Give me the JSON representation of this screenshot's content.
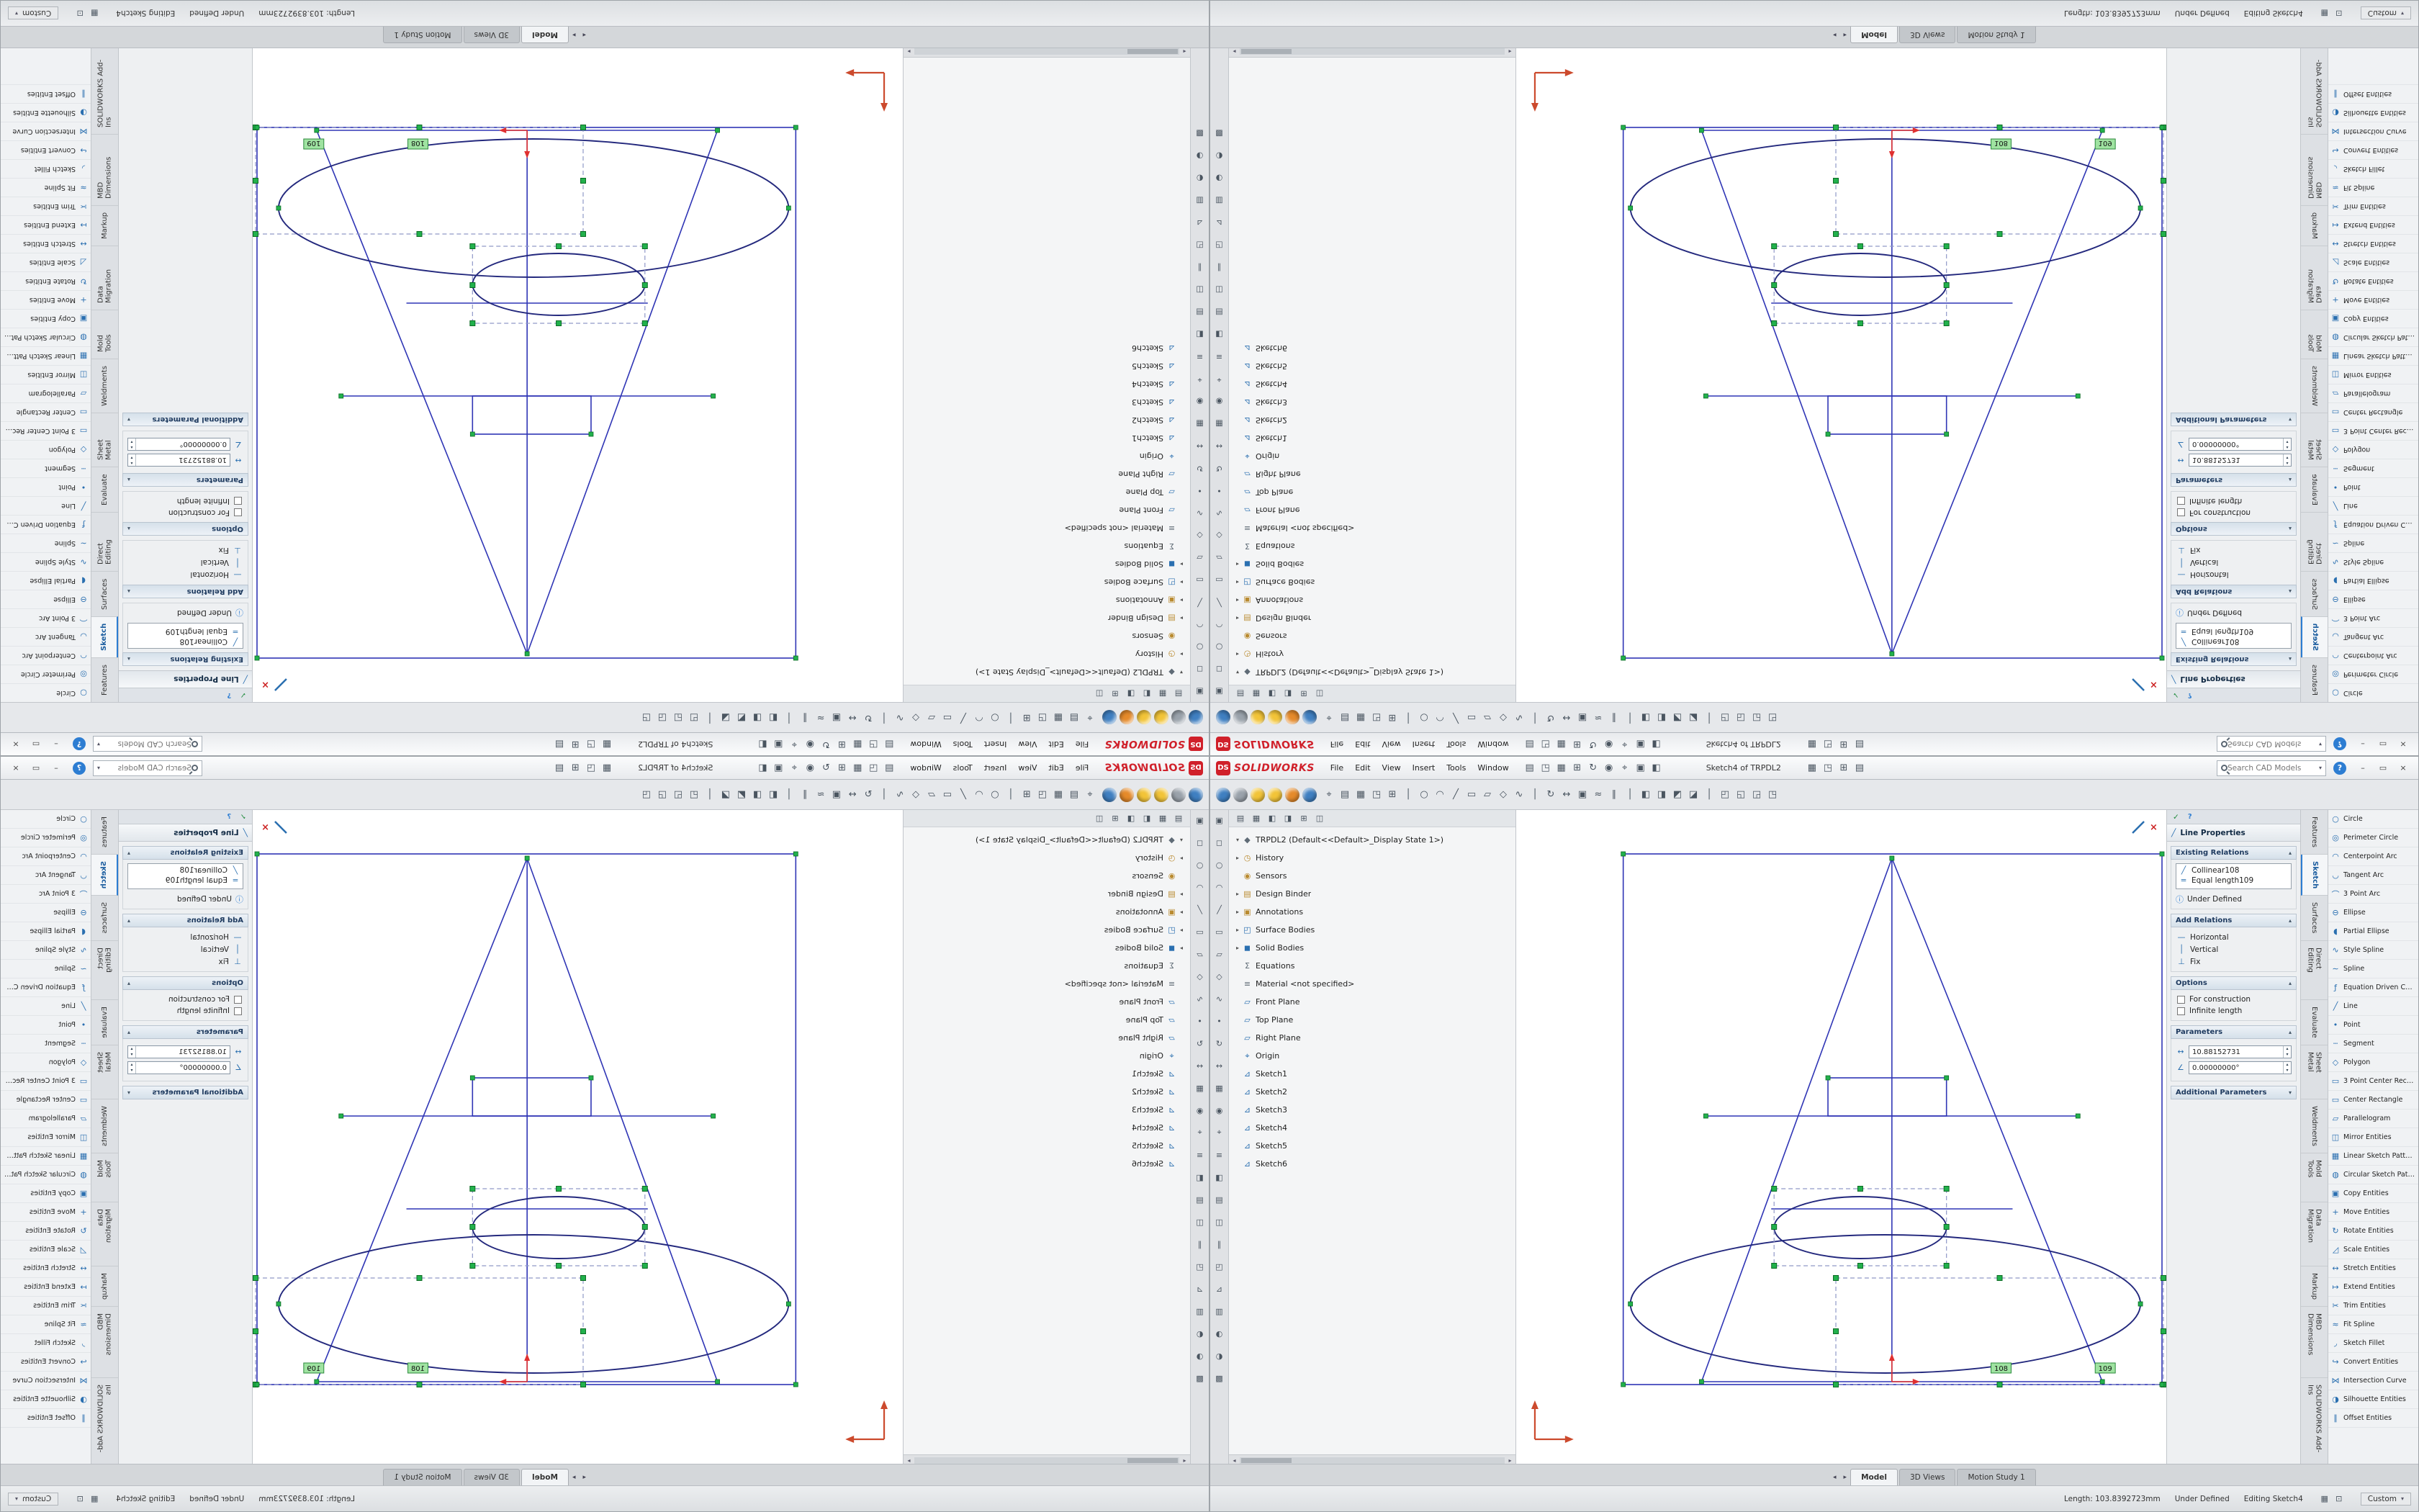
{
  "window": {
    "brand_badge": "DS",
    "brand": "SOLIDWORKS",
    "menus": [
      "File",
      "Edit",
      "View",
      "Insert",
      "Tools",
      "Window"
    ],
    "quick_icons": [
      "▤",
      "◳",
      "▦",
      "⊞",
      "↻",
      "◉",
      "⌖",
      "▣",
      "◧"
    ],
    "title": "Sketch4 of TRPDL2",
    "title_icons": [
      "▦",
      "◳",
      "⊞",
      "▤"
    ],
    "search_placeholder": "Search CAD Models",
    "help_glyph": "?",
    "win_minimize": "–",
    "win_restore": "▭",
    "win_close": "×"
  },
  "icons": {
    "search_dropdown": "▾",
    "section_collapse": "▴",
    "section_expand": "▾",
    "spin_up": "▴",
    "spin_down": "▾",
    "pm_check": "✓",
    "pm_help": "?",
    "info": "ⓘ",
    "scroll_left": "◂",
    "scroll_right": "▸",
    "tab_prev": "◂",
    "tab_next": "▸",
    "status_chevron": "▾",
    "confirm_exit": "×",
    "caret_open": "▾"
  },
  "main_toolbar": {
    "spheres": [
      "sph-blue",
      "sph-grey",
      "sph-yellow",
      "sph-yellow",
      "sph-orange",
      "sph-blue"
    ],
    "icons": [
      "⌖",
      "▤",
      "▦",
      "◳",
      "⊞",
      "│",
      "○",
      "◠",
      "╱",
      "▭",
      "▱",
      "◇",
      "∿",
      "│",
      "↻",
      "↔",
      "▣",
      "≈",
      "∥",
      "│",
      "◧",
      "◨",
      "◩",
      "◪",
      "│",
      "◰",
      "◱",
      "◲",
      "◳"
    ]
  },
  "left_toolbar": [
    "▣",
    "◻",
    "○",
    "◠",
    "╱",
    "▭",
    "▱",
    "◇",
    "∿",
    "•",
    "↻",
    "↔",
    "▦",
    "◉",
    "⌖",
    "≡",
    "◧",
    "▤",
    "◫",
    "∥",
    "◰",
    "⊿",
    "▥",
    "◐",
    "◑",
    "▩"
  ],
  "feature_tree": {
    "tabs": [
      "▤",
      "▦",
      "◧",
      "◨",
      "⊞",
      "◫"
    ],
    "items": [
      {
        "caret": "▾",
        "glyph": "◆",
        "c": "i-grey",
        "label": "TRPDL2 (Default<<Default>_Display State 1>)"
      },
      {
        "caret": "▸",
        "glyph": "◷",
        "c": "i-amber",
        "label": "History"
      },
      {
        "caret": "",
        "glyph": "◉",
        "c": "i-amber",
        "label": "Sensors"
      },
      {
        "caret": "▸",
        "glyph": "▤",
        "c": "i-amber",
        "label": "Design Binder"
      },
      {
        "caret": "▸",
        "glyph": "▣",
        "c": "i-amber",
        "label": "Annotations"
      },
      {
        "caret": "▸",
        "glyph": "◰",
        "c": "i-blue",
        "label": "Surface Bodies"
      },
      {
        "caret": "▸",
        "glyph": "◼",
        "c": "i-blue",
        "label": "Solid Bodies"
      },
      {
        "caret": "",
        "glyph": "Σ",
        "c": "i-grey",
        "label": "Equations"
      },
      {
        "caret": "",
        "glyph": "≡",
        "c": "i-grey",
        "label": "Material <not specified>"
      },
      {
        "caret": "",
        "glyph": "▱",
        "c": "i-blue",
        "label": "Front Plane"
      },
      {
        "caret": "",
        "glyph": "▱",
        "c": "i-blue",
        "label": "Top Plane"
      },
      {
        "caret": "",
        "glyph": "▱",
        "c": "i-blue",
        "label": "Right Plane"
      },
      {
        "caret": "",
        "glyph": "⌖",
        "c": "i-blue",
        "label": "Origin"
      },
      {
        "caret": "",
        "glyph": "⊿",
        "c": "i-blue",
        "label": "Sketch1"
      },
      {
        "caret": "",
        "glyph": "⊿",
        "c": "i-blue",
        "label": "Sketch2"
      },
      {
        "caret": "",
        "glyph": "⊿",
        "c": "i-blue",
        "label": "Sketch3"
      },
      {
        "caret": "",
        "glyph": "⊿",
        "c": "i-blue",
        "label": "Sketch4"
      },
      {
        "caret": "",
        "glyph": "⊿",
        "c": "i-blue",
        "label": "Sketch5"
      },
      {
        "caret": "",
        "glyph": "⊿",
        "c": "i-blue",
        "label": "Sketch6"
      }
    ]
  },
  "sketch": {
    "label_collinear": "108",
    "label_equal": "109"
  },
  "property_panel": {
    "title": "Line Properties",
    "title_glyph": "╱",
    "existing_relations": {
      "label": "Existing Relations",
      "items": [
        {
          "glyph": "╱",
          "label": "Collinear108"
        },
        {
          "glyph": "=",
          "label": "Equal length109"
        }
      ],
      "status": "Under Defined"
    },
    "add_relations": {
      "label": "Add Relations",
      "items": [
        {
          "glyph": "—",
          "label": "Horizontal"
        },
        {
          "glyph": "│",
          "label": "Vertical"
        },
        {
          "glyph": "⊥",
          "label": "Fix"
        }
      ]
    },
    "options": {
      "label": "Options",
      "items": [
        {
          "label": "For construction"
        },
        {
          "label": "Infinite length"
        }
      ]
    },
    "parameters": {
      "label": "Parameters",
      "items": [
        {
          "glyph": "↔",
          "value": "10.88152731"
        },
        {
          "glyph": "∠",
          "value": "0.00000000°"
        }
      ]
    },
    "additional": {
      "label": "Additional Parameters"
    }
  },
  "command_tabs": [
    {
      "label": "Features"
    },
    {
      "label": "Sketch",
      "c": "active"
    },
    {
      "label": "Surfaces"
    },
    {
      "label": "Direct Editing"
    },
    {
      "label": "Evaluate"
    },
    {
      "label": "Sheet Metal"
    },
    {
      "label": "Weldments"
    },
    {
      "label": "Mold Tools"
    },
    {
      "label": "Data Migration"
    },
    {
      "label": "Markup"
    },
    {
      "label": "MBD Dimensions"
    },
    {
      "label": "SOLIDWORKS Add-Ins"
    }
  ],
  "sketch_tools": [
    {
      "glyph": "○",
      "label": "Circle"
    },
    {
      "glyph": "◎",
      "label": "Perimeter Circle"
    },
    {
      "glyph": "◠",
      "label": "Centerpoint Arc"
    },
    {
      "glyph": "◡",
      "label": "Tangent Arc"
    },
    {
      "glyph": "⌒",
      "label": "3 Point Arc"
    },
    {
      "glyph": "⊖",
      "label": "Ellipse"
    },
    {
      "glyph": "◖",
      "label": "Partial Ellipse"
    },
    {
      "glyph": "∿",
      "label": "Style Spline"
    },
    {
      "glyph": "∼",
      "label": "Spline"
    },
    {
      "glyph": "ƒ",
      "label": "Equation Driven Curve"
    },
    {
      "glyph": "╱",
      "label": "Line"
    },
    {
      "glyph": "•",
      "label": "Point"
    },
    {
      "glyph": "┄",
      "label": "Segment"
    },
    {
      "glyph": "◇",
      "label": "Polygon"
    },
    {
      "glyph": "▭",
      "label": "3 Point Center Rectangle"
    },
    {
      "glyph": "▭",
      "label": "Center Rectangle"
    },
    {
      "glyph": "▱",
      "label": "Parallelogram"
    },
    {
      "glyph": "◫",
      "label": "Mirror Entities"
    },
    {
      "glyph": "▦",
      "label": "Linear Sketch Pattern"
    },
    {
      "glyph": "◍",
      "label": "Circular Sketch Pattern"
    },
    {
      "glyph": "▣",
      "label": "Copy Entities"
    },
    {
      "glyph": "+",
      "label": "Move Entities"
    },
    {
      "glyph": "↻",
      "label": "Rotate Entities"
    },
    {
      "glyph": "◿",
      "label": "Scale Entities"
    },
    {
      "glyph": "↔",
      "label": "Stretch Entities"
    },
    {
      "glyph": "↦",
      "label": "Extend Entities"
    },
    {
      "glyph": "✂",
      "label": "Trim Entities"
    },
    {
      "glyph": "≈",
      "label": "Fit Spline"
    },
    {
      "glyph": "◞",
      "label": "Sketch Fillet"
    },
    {
      "glyph": "↪",
      "label": "Convert Entities"
    },
    {
      "glyph": "⋈",
      "label": "Intersection Curve"
    },
    {
      "glyph": "◑",
      "label": "Silhouette Entities"
    },
    {
      "glyph": "∥",
      "label": "Offset Entities"
    }
  ],
  "model_tabs": {
    "tabs": [
      {
        "label": "Model",
        "c": "active"
      },
      {
        "label": "3D Views"
      },
      {
        "label": "Motion Study 1"
      }
    ]
  },
  "status_bar": {
    "length": "Length: 103.8392723mm",
    "state": "Under Defined",
    "editing": "Editing Sketch4",
    "icons": [
      "▦",
      "⊡"
    ],
    "profile": "Custom"
  },
  "colors": {
    "sketch_line": "#2f35b5",
    "selection_handle": "#22b14c",
    "relation_tag_bg": "#9fe3a1",
    "origin_marker": "#e03030",
    "triad": "#cc4a2d",
    "sphere_blue": "#3f7fc1",
    "sphere_grey": "#9aa2ab",
    "sphere_yellow": "#f2c438",
    "sphere_orange": "#e58a2a",
    "brand_red": "#d0202a"
  }
}
